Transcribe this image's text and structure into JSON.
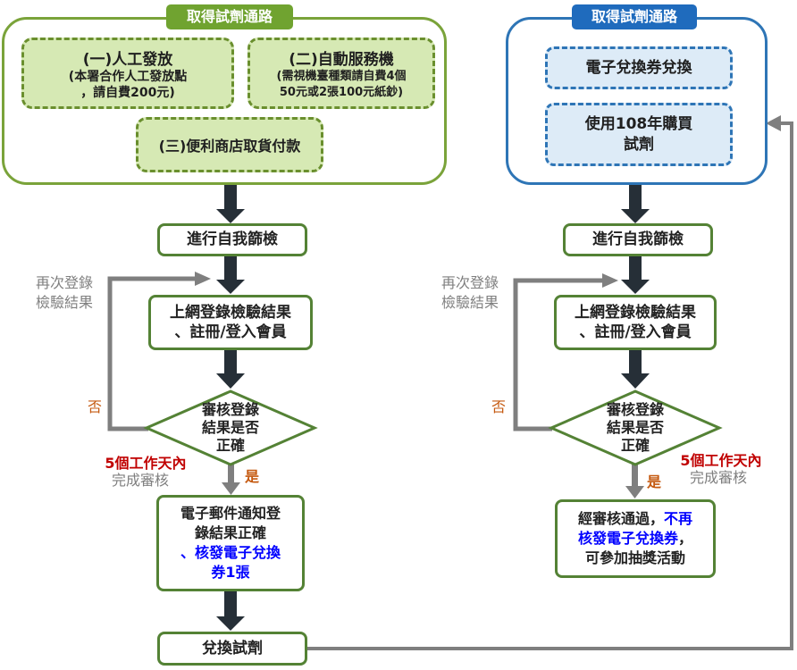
{
  "colors": {
    "green_border": "#548235",
    "green_fill": "#d6e9b4",
    "blue_border": "#2e75b6",
    "blue_fill": "#ddebf7",
    "arrow_dark": "#262f37",
    "loop_gray": "#7f7f7f"
  },
  "left": {
    "header": "取得試劑通路",
    "option1_title": "(一)人工發放",
    "option1_line1": "(本署合作人工發放點",
    "option1_line2": "，請自費200元)",
    "option2_title": "(二)自動服務機",
    "option2_line1": "(需視機臺種類請自費4個",
    "option2_line2": "50元或2張100元紙鈔)",
    "option3_title": "(三)便利商店取貨付款",
    "step_screen": "進行自我篩檢",
    "step_register_line1": "上網登錄檢驗結果",
    "step_register_line2": "、註冊/登入會員",
    "decision_line1": "審核登錄",
    "decision_line2": "結果是否",
    "decision_line3": "正確",
    "no_label": "否",
    "retry_line1": "再次登錄",
    "retry_line2": "檢驗結果",
    "days_label": "5個工作天內",
    "review_label": "完成審核",
    "yes_label": "是",
    "email_line1": "電子郵件通知登",
    "email_line2": "錄結果正確",
    "email_line3": "、核發電子兌換",
    "email_line4": "券1張",
    "redeem": "兌換試劑"
  },
  "right": {
    "header": "取得試劑通路",
    "option_voucher": "電子兌換券兌換",
    "option_108_line1": "使用108年購買",
    "option_108_line2": "試劑",
    "step_screen": "進行自我篩檢",
    "step_register_line1": "上網登錄檢驗結果",
    "step_register_line2": "、註冊/登入會員",
    "decision_line1": "審核登錄",
    "decision_line2": "結果是否",
    "decision_line3": "正確",
    "no_label": "否",
    "retry_line1": "再次登錄",
    "retry_line2": "檢驗結果",
    "days_label": "5個工作天內",
    "review_label": "完成審核",
    "yes_label": "是",
    "result_line1_a": "經審核通過，",
    "result_line1_b": "不再",
    "result_line2_a": "核發電子兌換券",
    "result_line2_b": "，",
    "result_line3": "可參加抽獎活動"
  }
}
